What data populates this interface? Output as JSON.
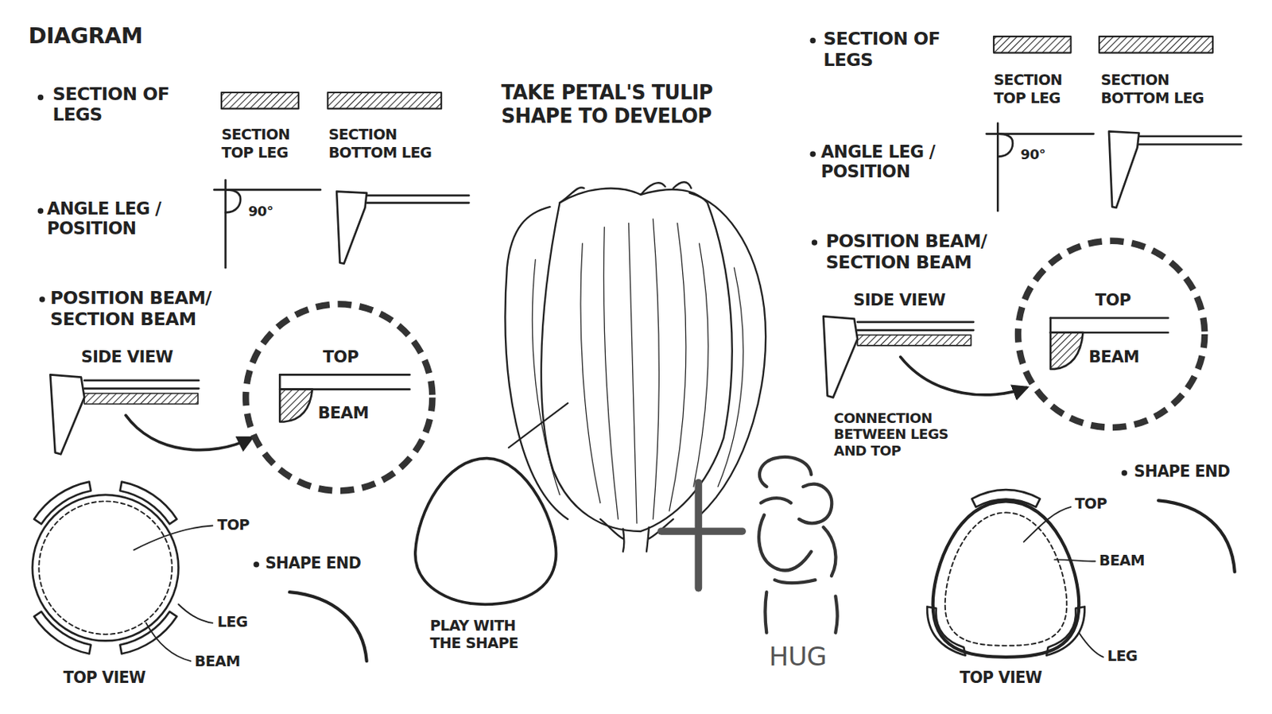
{
  "diagram": {
    "title": "DIAGRAM",
    "nodes": [
      {
        "text": [
          "TOP",
          "BEAM"
        ]
      },
      {
        "text": [
          "TOP",
          "BEAM"
        ]
      }
    ],
    "labels": [
      "SECTION OF LEGS",
      "SECTION TOP LEG",
      "SECTION BOTTOM LEG",
      "ANGLE LEG / POSITION",
      "90°",
      "POSITION BEAM/ SECTION BEAM",
      "SIDE VIEW",
      "TOP",
      "LEG",
      "BEAM",
      "TOP VIEW",
      "SHAPE END",
      "TAKE PETAL'S TULIP SHAPE TO DEVELOP",
      "PLAY WITH THE SHAPE",
      "HUG",
      "SECTION OF LEGS",
      "SECTION TOP LEG",
      "SECTION BOTTOM LEG",
      "ANGLE LEG / POSITION",
      "90°",
      "POSITION BEAM/ SECTION BEAM",
      "SIDE VIEW",
      "CONNECTION BETWEEN LEGS AND TOP",
      "SHAPE END",
      "TOP",
      "BEAM",
      "LEG",
      "TOP VIEW"
    ]
  }
}
